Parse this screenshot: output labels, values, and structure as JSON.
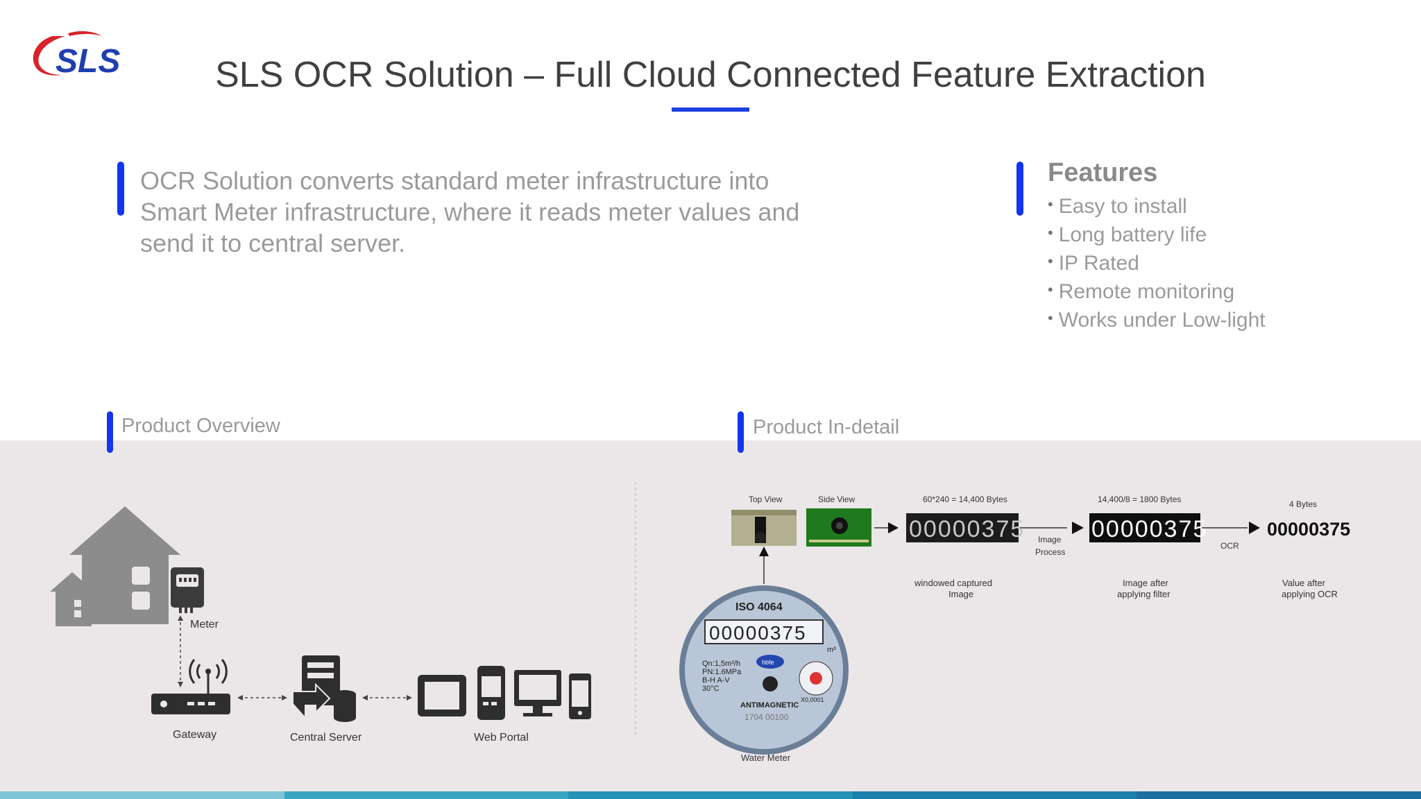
{
  "brand": {
    "logo_text": "SLS",
    "primary_color": "#1236f0",
    "red_color": "#d8232a"
  },
  "title": "SLS OCR Solution – Full Cloud Connected Feature Extraction",
  "intro": "OCR Solution converts standard meter infrastructure into Smart Meter infrastructure, where it reads meter values and send it to central server.",
  "features": {
    "title": "Features",
    "items": [
      "Easy to install",
      "Long battery life",
      "IP Rated",
      "Remote monitoring",
      "Works under Low-light"
    ]
  },
  "overview": {
    "label": "Product Overview",
    "meter_label": "Meter",
    "gateway_label": "Gateway",
    "server_label": "Central Server",
    "portal_label": "Web Portal"
  },
  "detail": {
    "label": "Product In-detail",
    "top_view": "Top View",
    "side_view": "Side View",
    "captured_size": "60*240 = 14,400 Bytes",
    "filtered_size": "14,400/8 = 1800 Bytes",
    "result_size": "4 Bytes",
    "image_process": "Image Process",
    "ocr": "OCR",
    "result_value": "00000375",
    "captured_caption": "windowed captured Image",
    "filtered_caption": "Image after applying filter",
    "result_caption": "Value after applying OCR",
    "water_meter_label": "Water Meter",
    "meter_digits": "00000375",
    "meter_iso": "ISO 4064",
    "meter_specs": [
      "Qn:1,5m³/h",
      "PN:1.6MPa",
      "B-H A-V",
      "30°C"
    ],
    "meter_antimagnetic": "ANTIMAGNETIC",
    "meter_serial": "1704 00100",
    "meter_unit": "m³",
    "meter_dial": "X0,0001",
    "meter_brand": "hbfe"
  },
  "stripe_colors": [
    "#7ec6d6",
    "#3aa6c2",
    "#2592b6",
    "#1b7fab",
    "#1c6fa0"
  ]
}
